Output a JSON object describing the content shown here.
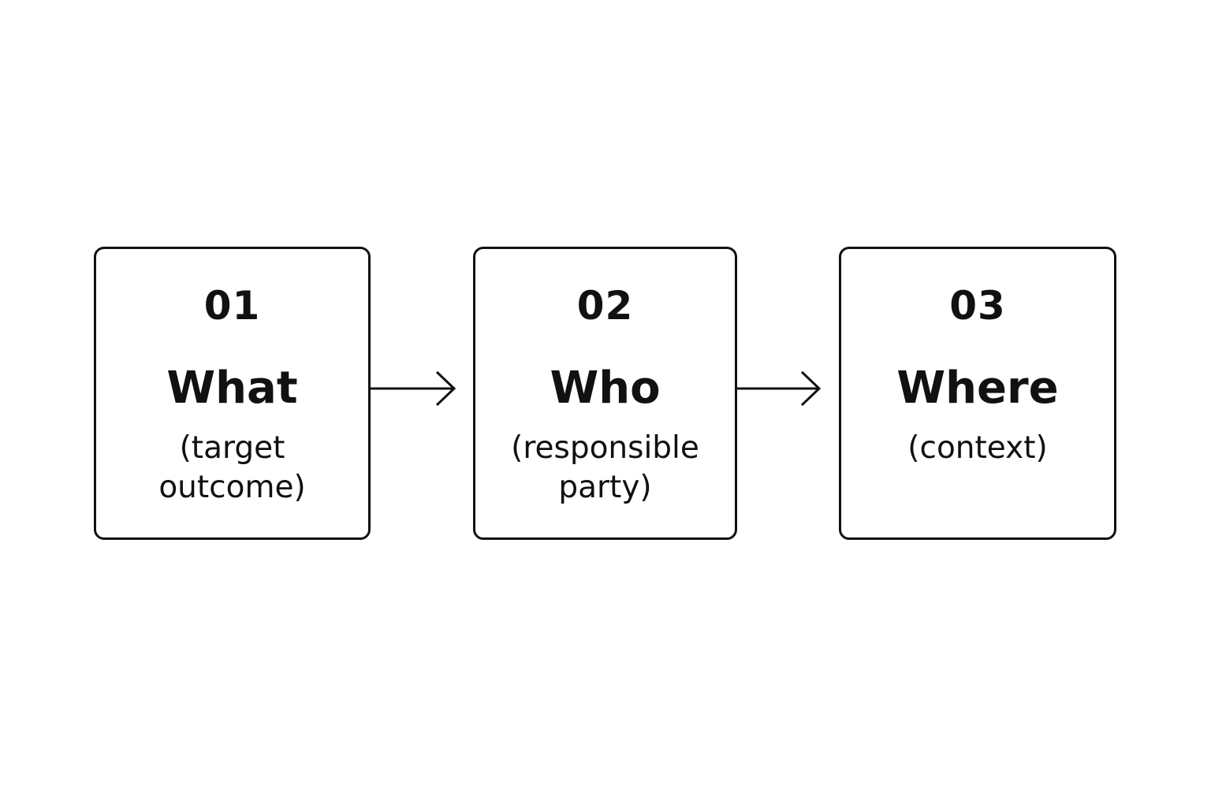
{
  "steps": [
    {
      "number": "01",
      "title": "What",
      "description": "(target outcome)"
    },
    {
      "number": "02",
      "title": "Who",
      "description": "(responsible party)"
    },
    {
      "number": "03",
      "title": "Where",
      "description": "(context)"
    }
  ],
  "colors": {
    "background": "#ffffff",
    "stroke": "#111111",
    "text": "#111111"
  }
}
